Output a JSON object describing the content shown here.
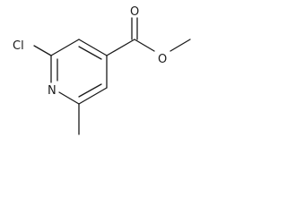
{
  "molecule": {
    "atoms": {
      "chlorine": "Cl",
      "nitrogen": "N",
      "carbonyl_oxygen": "O",
      "ester_oxygen": "O"
    },
    "bond_color": "#1a1a1a"
  }
}
